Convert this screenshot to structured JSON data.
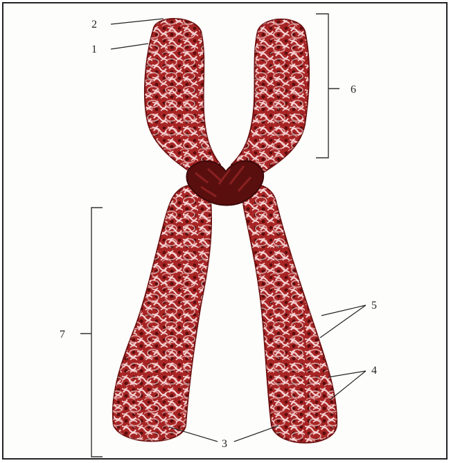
{
  "labels": {
    "l1": "1",
    "l2": "2",
    "l3": "3",
    "l4": "4",
    "l5": "5",
    "l6": "6",
    "l7": "7"
  },
  "colors": {
    "chromatid": "#b72a2a",
    "chromatid_dark": "#7a1515",
    "coil_highlight": "#f6d6d6",
    "centromere": "#5a0f0f",
    "frame": "#222222"
  }
}
